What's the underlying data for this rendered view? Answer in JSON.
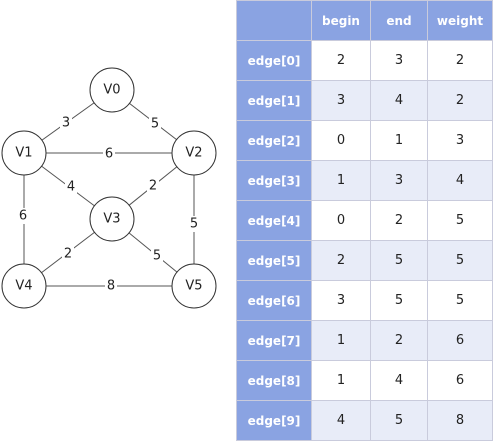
{
  "graph": {
    "nodes": [
      {
        "id": "V0",
        "label": "V0"
      },
      {
        "id": "V1",
        "label": "V1"
      },
      {
        "id": "V2",
        "label": "V2"
      },
      {
        "id": "V3",
        "label": "V3"
      },
      {
        "id": "V4",
        "label": "V4"
      },
      {
        "id": "V5",
        "label": "V5"
      }
    ],
    "edges": [
      {
        "from": "V0",
        "to": "V1",
        "weight": "3"
      },
      {
        "from": "V0",
        "to": "V2",
        "weight": "5"
      },
      {
        "from": "V1",
        "to": "V2",
        "weight": "6"
      },
      {
        "from": "V1",
        "to": "V3",
        "weight": "4"
      },
      {
        "from": "V2",
        "to": "V3",
        "weight": "2"
      },
      {
        "from": "V1",
        "to": "V4",
        "weight": "6"
      },
      {
        "from": "V2",
        "to": "V5",
        "weight": "5"
      },
      {
        "from": "V3",
        "to": "V4",
        "weight": "2"
      },
      {
        "from": "V3",
        "to": "V5",
        "weight": "5"
      },
      {
        "from": "V4",
        "to": "V5",
        "weight": "8"
      }
    ]
  },
  "table": {
    "columns": [
      "begin",
      "end",
      "weight"
    ],
    "rows": [
      {
        "label": "edge[0]",
        "begin": "2",
        "end": "3",
        "weight": "2"
      },
      {
        "label": "edge[1]",
        "begin": "3",
        "end": "4",
        "weight": "2"
      },
      {
        "label": "edge[2]",
        "begin": "0",
        "end": "1",
        "weight": "3"
      },
      {
        "label": "edge[3]",
        "begin": "1",
        "end": "3",
        "weight": "4"
      },
      {
        "label": "edge[4]",
        "begin": "0",
        "end": "2",
        "weight": "5"
      },
      {
        "label": "edge[5]",
        "begin": "2",
        "end": "5",
        "weight": "5"
      },
      {
        "label": "edge[6]",
        "begin": "3",
        "end": "5",
        "weight": "5"
      },
      {
        "label": "edge[7]",
        "begin": "1",
        "end": "2",
        "weight": "6"
      },
      {
        "label": "edge[8]",
        "begin": "1",
        "end": "4",
        "weight": "6"
      },
      {
        "label": "edge[9]",
        "begin": "4",
        "end": "5",
        "weight": "8"
      }
    ]
  },
  "colors": {
    "header_bg": "#8aa3e2",
    "header_text": "#ffffff",
    "row_alt_bg": "#e8ecf8",
    "border": "#c9cbdc"
  }
}
